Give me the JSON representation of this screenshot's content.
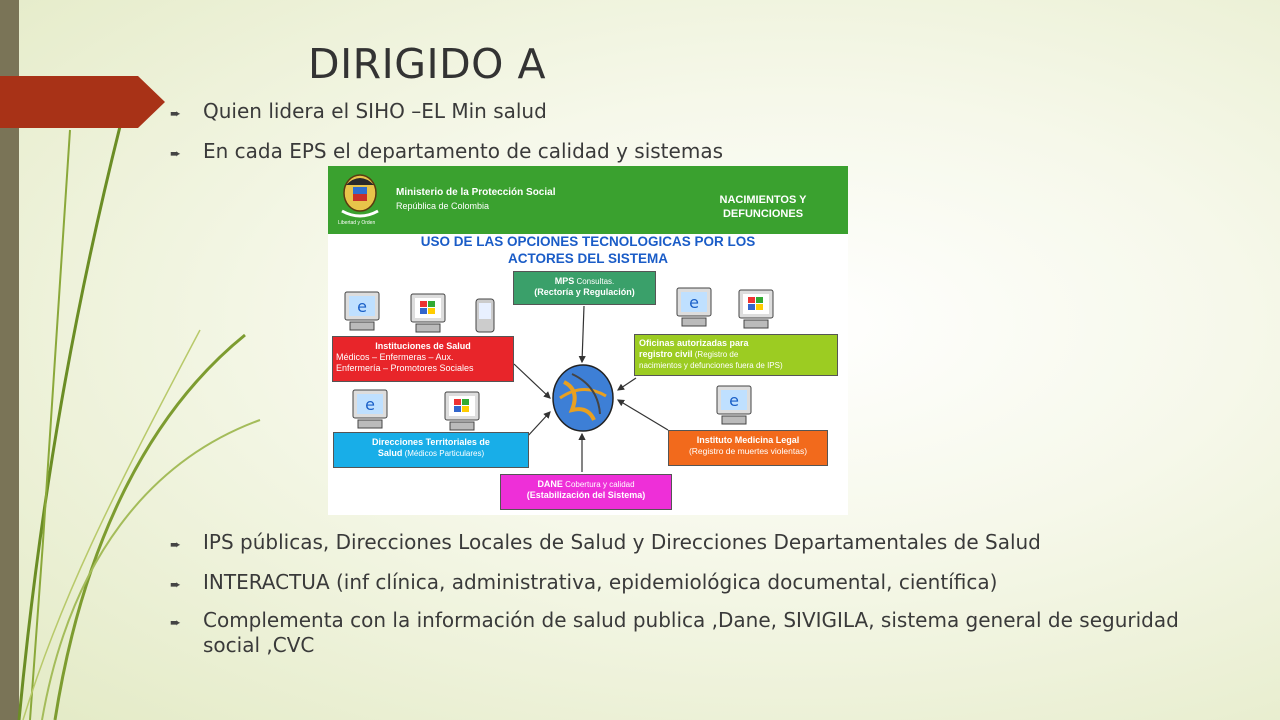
{
  "slide": {
    "title": "DIRIGIDO A",
    "bullets_top": [
      "Quien lidera el SIHO –EL Min salud",
      "En cada EPS el departamento de calidad y sistemas"
    ],
    "bullets_bottom": [
      "IPS públicas, Direcciones Locales de Salud y Direcciones Departamentales de Salud",
      "INTERACTUA (inf clínica, administrativa, epidemiológica documental, científica)",
      "Complementa  con la información de salud publica ,Dane, SIVIGILA, sistema general de seguridad social ,CVC"
    ],
    "bullet_glyph": "➨",
    "colors": {
      "accent_red": "#a83217",
      "sidebar": "#7a7457",
      "header_green": "#3aa12f"
    }
  },
  "diagram": {
    "ministry": "Ministerio de la Protección Social",
    "republic": "República de Colombia",
    "seal_caption": "Libertad y Orden",
    "topic": [
      "NACIMIENTOS Y",
      "DEFUNCIONES"
    ],
    "title": [
      "USO DE LAS OPCIONES TECNOLOGICAS POR LOS",
      "ACTORES DEL SISTEMA"
    ],
    "mps": {
      "bold": "MPS",
      "small": " Consultas.",
      "line2": "(Rectoría y Regulación)"
    },
    "instituciones": {
      "title": "Instituciones de Salud",
      "line1": "Médicos – Enfermeras – Aux.",
      "line2": "Enfermería – Promotores Sociales"
    },
    "oficinas": {
      "bold1": "Oficinas autorizadas para",
      "bold2": "registro civil",
      "small2": " (Registro de",
      "line3": "nacimientos y defunciones fuera de IPS)"
    },
    "direcciones": {
      "line1": "Direcciones Territoriales de",
      "bold2": "Salud",
      "small2": "  (Médicos Particulares)"
    },
    "instituto": {
      "title": "Instituto Medicina Legal",
      "line2": "(Registro de muertes violentas)"
    },
    "dane": {
      "bold": "DANE",
      "small": "  Cobertura y calidad",
      "line2": "(Estabilización del Sistema)"
    }
  }
}
